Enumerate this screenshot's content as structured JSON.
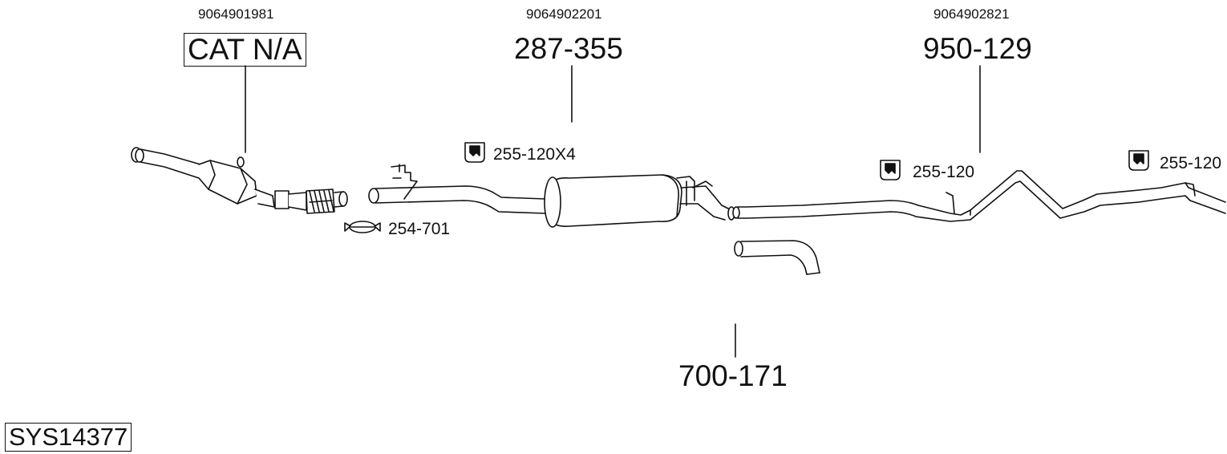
{
  "diagram": {
    "system_id": "SYS14377",
    "parts": [
      {
        "oem": "9064901981",
        "part": "CAT N/A"
      },
      {
        "oem": "9064902201",
        "part": "287-355"
      },
      {
        "oem": "9064902821",
        "part": "950-129"
      },
      {
        "part": "700-171"
      }
    ],
    "accessories": [
      {
        "part": "255-120X4",
        "icon": "rubber-hanger-icon"
      },
      {
        "part": "255-120",
        "icon": "rubber-hanger-icon"
      },
      {
        "part": "255-120",
        "icon": "rubber-hanger-icon"
      },
      {
        "part": "254-701",
        "icon": "pipe-clamp-icon"
      }
    ]
  }
}
